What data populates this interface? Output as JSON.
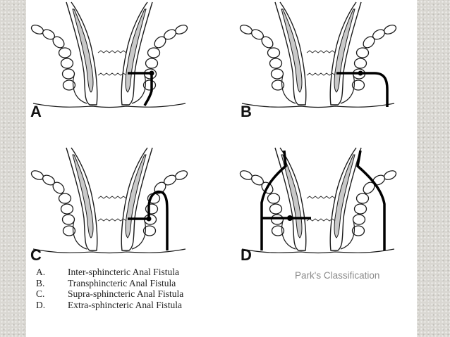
{
  "panels": [
    {
      "letter": "A"
    },
    {
      "letter": "B"
    },
    {
      "letter": "C"
    },
    {
      "letter": "D"
    }
  ],
  "legend": [
    {
      "key": "A.",
      "text": "Inter-sphincteric Anal Fistula"
    },
    {
      "key": "B.",
      "text": "Transphincteric Anal Fistula"
    },
    {
      "key": "C.",
      "text": "Supra-sphincteric Anal Fistula"
    },
    {
      "key": "D.",
      "text": "Extra-sphincteric Anal Fistula"
    }
  ],
  "caption": "Park's Classification",
  "colors": {
    "muscle_fill": "#c9c9c9",
    "outline": "#1a1a1a",
    "fistula_tract": "#000000",
    "background_texture": "#d9d7d2"
  }
}
